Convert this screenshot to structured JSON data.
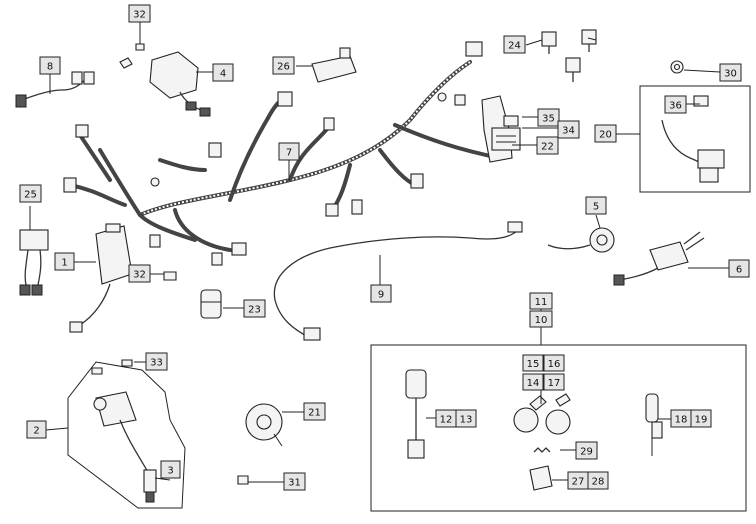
{
  "labels": {
    "l1": "1",
    "l2": "2",
    "l3": "3",
    "l4": "4",
    "l5": "5",
    "l6": "6",
    "l7": "7",
    "l8": "8",
    "l9": "9",
    "l10": "10",
    "l11": "11",
    "l12": "12",
    "l13": "13",
    "l14": "14",
    "l15": "15",
    "l16": "16",
    "l17": "17",
    "l18": "18",
    "l19": "19",
    "l20": "20",
    "l21": "21",
    "l22": "22",
    "l23": "23",
    "l24": "24",
    "l25": "25",
    "l26": "26",
    "l27": "27",
    "l28": "28",
    "l29": "29",
    "l30": "30",
    "l31": "31",
    "l32a": "32",
    "l32b": "32",
    "l33": "33",
    "l34": "34",
    "l35": "35",
    "l36": "36"
  }
}
